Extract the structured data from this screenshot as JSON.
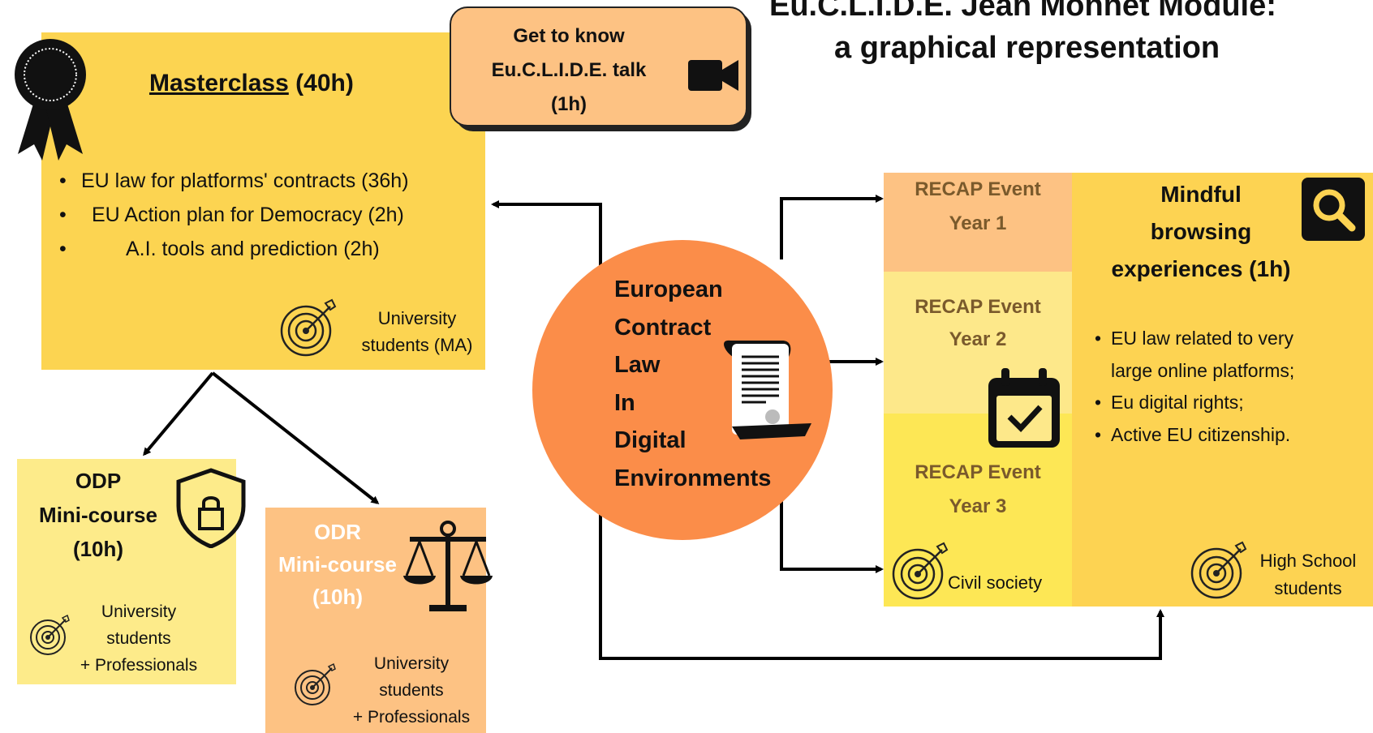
{
  "title": {
    "line1": "Eu.C.L.I.D.E. Jean Monnet Module:",
    "line2": "a graphical representation"
  },
  "talk": {
    "line1": "Get to know",
    "line2": "Eu.C.L.I.D.E. talk",
    "line3": "(1h)",
    "icon": "video-camera-icon"
  },
  "masterclass": {
    "name": "Masterclass",
    "hours": "(40h)",
    "items": [
      "EU law for platforms' contracts (36h)",
      "EU Action plan for Democracy (2h)",
      "A.I. tools and prediction (2h)"
    ],
    "target_line1": "University",
    "target_line2": "students (MA)",
    "icon": "award-ribbon-icon",
    "color": "#fcd451"
  },
  "odp": {
    "line1": "ODP",
    "line2": "Mini-course",
    "line3": "(10h)",
    "target_line1": "University",
    "target_line2": "students",
    "target_line3": "+ Professionals",
    "icon": "shield-lock-icon",
    "color": "#fdeb8a"
  },
  "odr": {
    "line1": "ODR",
    "line2": "Mini-course",
    "line3": "(10h)",
    "target_line1": "University",
    "target_line2": "students",
    "target_line3": "+ Professionals",
    "icon": "scales-icon",
    "color": "#fdc283"
  },
  "center": {
    "lines": [
      "European",
      "Contract",
      "Law",
      "In",
      "Digital",
      "Environments"
    ],
    "icon": "document-scroll-icon",
    "color": "#fb8d49"
  },
  "recap": {
    "year1_line1": "RECAP Event",
    "year1_line2": "Year 1",
    "year2_line1": "RECAP Event",
    "year2_line2": "Year 2",
    "year3_line1": "RECAP Event",
    "year3_line2": "Year 3",
    "target": "Civil society",
    "icon": "calendar-check-icon"
  },
  "mindful": {
    "line1": "Mindful",
    "line2": "browsing",
    "line3": "experiences (1h)",
    "items": [
      "EU law related to very",
      "large online platforms;",
      "Eu digital rights;",
      "Active EU citizenship."
    ],
    "target_line1": "High School",
    "target_line2": "students",
    "icon": "magnifier-icon"
  }
}
